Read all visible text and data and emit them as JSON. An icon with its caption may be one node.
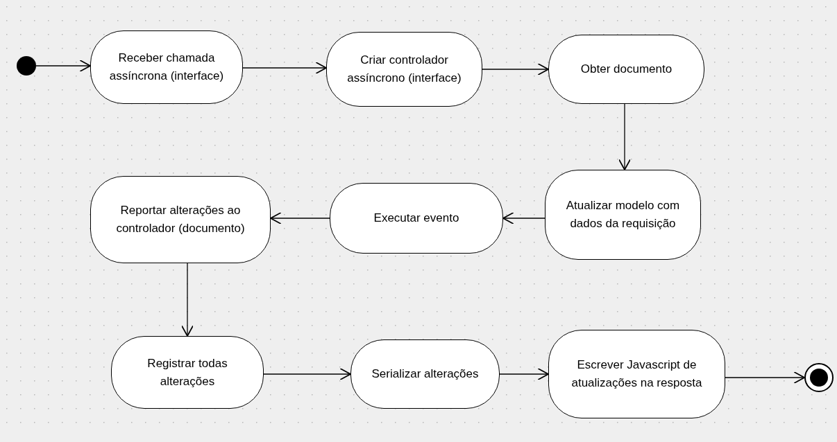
{
  "diagram": {
    "nodes": [
      {
        "text": [],
        "shape": "circle"
      },
      {
        "text": [
          "Receber chamada assíncrona (interface)"
        ]
      },
      {
        "text": [
          "Criar controlador assíncrono (interface)"
        ]
      },
      {
        "text": [
          "Obter documento"
        ]
      },
      {
        "text": [
          "Atualizar modelo com dados da requisição"
        ]
      },
      {
        "text": [
          "Executar evento"
        ]
      },
      {
        "text": [
          "Reportar alterações ao controlador (documento)"
        ]
      },
      {
        "text": [
          "Registrar todas alterações"
        ]
      },
      {
        "text": [
          "Serializar alterações"
        ]
      },
      {
        "text": [
          "Escrever Javascript de atualizações na resposta"
        ]
      },
      {
        "text": [],
        "shape": "circle"
      }
    ],
    "edges": [
      {
        "from": 0,
        "to": 1,
        "arrow": "to"
      },
      {
        "from": 1,
        "to": 2,
        "arrow": "to"
      },
      {
        "from": 2,
        "to": 3,
        "arrow": "to"
      },
      {
        "from": 3,
        "to": 4,
        "arrow": "to"
      },
      {
        "from": 4,
        "to": 5,
        "arrow": "to"
      },
      {
        "from": 5,
        "to": 6,
        "arrow": "to"
      },
      {
        "from": 6,
        "to": 7,
        "arrow": "to"
      },
      {
        "from": 7,
        "to": 8,
        "arrow": "to"
      },
      {
        "from": 8,
        "to": 9,
        "arrow": "to"
      },
      {
        "from": 9,
        "to": 10,
        "arrow": "to"
      }
    ]
  }
}
